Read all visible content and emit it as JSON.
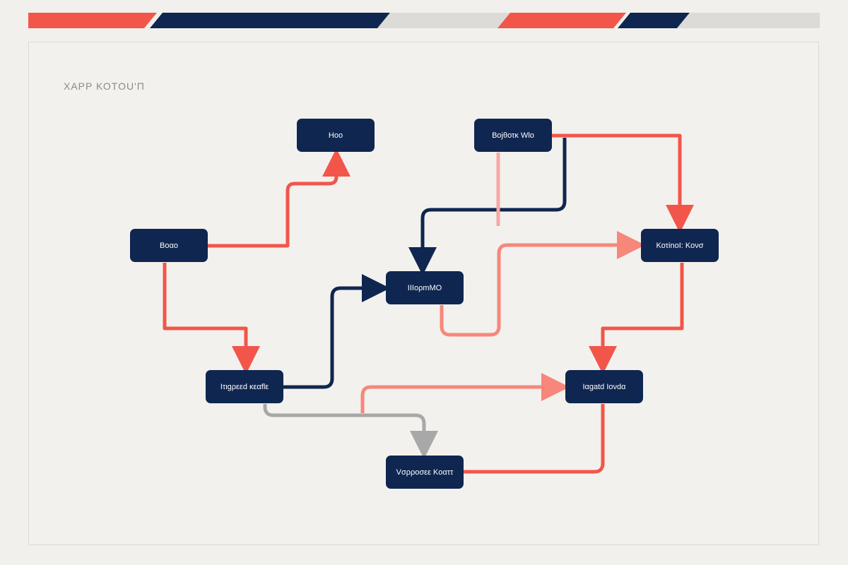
{
  "title": "ΧΑΡΡ ΚΟΤΟU'Π",
  "colors": {
    "node_fill": "#0f2650",
    "node_text": "#ffffff",
    "coral": "#f2564a",
    "coral_light": "#f7877b",
    "coral_pale": "#f6a9a1",
    "navy": "#0f2650",
    "gray": "#a8a8a8",
    "stripe_gray": "#dcdbd8"
  },
  "nodes": [
    {
      "id": "n1",
      "label": "Ноо"
    },
    {
      "id": "n2",
      "label": "Βοjθοτκ Wlo"
    },
    {
      "id": "n3",
      "label": "Βοαο"
    },
    {
      "id": "n4",
      "label": "ΚοτinοΙ: Κονσ"
    },
    {
      "id": "n5",
      "label": "ΙΙΙορmΜΟ"
    },
    {
      "id": "n6",
      "label": "Ιτιgρεεd κεαflε"
    },
    {
      "id": "n7",
      "label": "Ιαgatd Ιονdα"
    },
    {
      "id": "n8",
      "label": "Vσρροσεε Κοαττ"
    }
  ]
}
